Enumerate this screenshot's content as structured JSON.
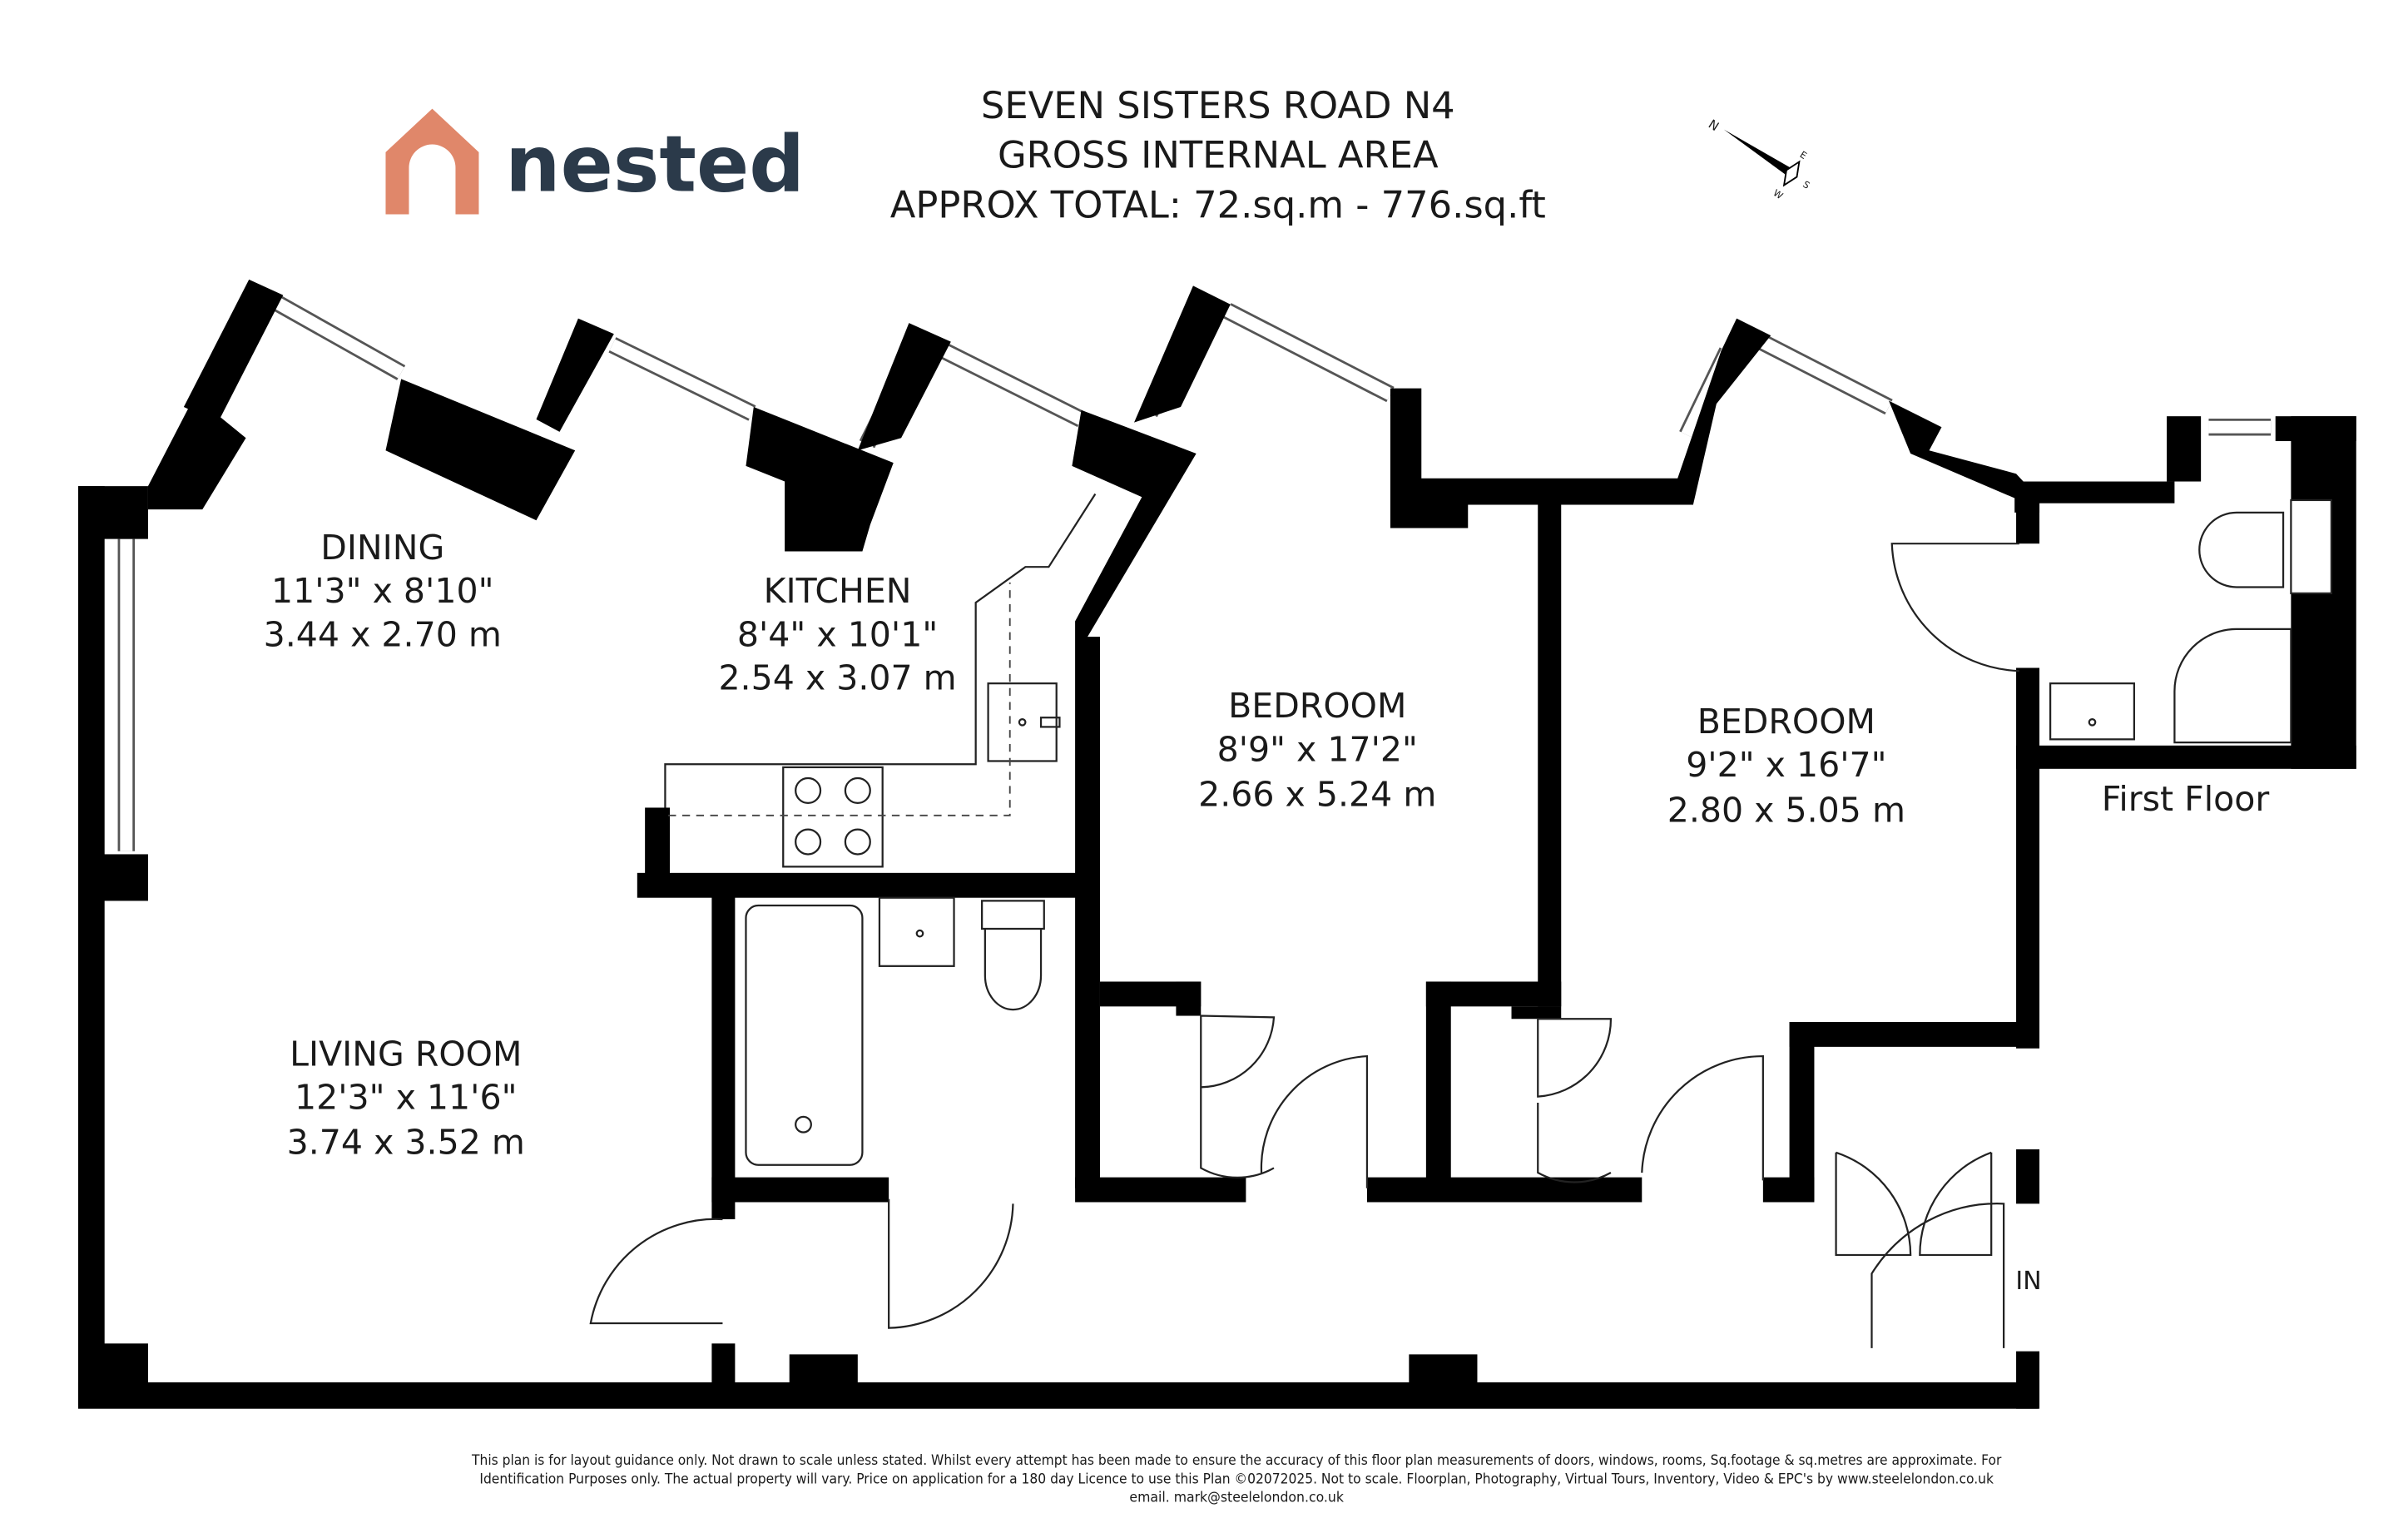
{
  "brand": {
    "name": "nested",
    "icon_color": "#E0876A",
    "text_color": "#2B3A4A"
  },
  "header": {
    "line1": "SEVEN SISTERS ROAD N4",
    "line2": "GROSS INTERNAL AREA",
    "line3": "APPROX TOTAL: 72.sq.m - 776.sq.ft"
  },
  "compass": {
    "n": "N",
    "e": "E",
    "s": "S",
    "w": "W"
  },
  "rooms": [
    {
      "name": "DINING",
      "imperial": "11'3\" x 8'10\"",
      "metric": "3.44 x 2.70 m"
    },
    {
      "name": "KITCHEN",
      "imperial": "8'4\" x 10'1\"",
      "metric": "2.54 x 3.07 m"
    },
    {
      "name": "BEDROOM",
      "imperial": "8'9\" x 17'2\"",
      "metric": "2.66 x 5.24 m"
    },
    {
      "name": "BEDROOM",
      "imperial": "9'2\" x 16'7\"",
      "metric": "2.80 x 5.05 m"
    },
    {
      "name": "LIVING ROOM",
      "imperial": "12'3\" x 11'6\"",
      "metric": "3.74 x 3.52 m"
    }
  ],
  "floor_label": "First Floor",
  "entrance_label": "IN",
  "disclaimer": [
    "This plan is for layout guidance only. Not drawn to scale unless stated. Whilst every attempt has been made to ensure the accuracy of this floor plan measurements of doors, windows, rooms, Sq.footage & sq.metres are approximate. For",
    "Identification Purposes only. The actual property will vary. Price on application for a 180 day Licence to use this Plan ©02072025. Not to scale. Floorplan, Photography, Virtual Tours, Inventory, Video & EPC's by www.steelelondon.co.uk",
    "email. mark@steelelondon.co.uk"
  ]
}
